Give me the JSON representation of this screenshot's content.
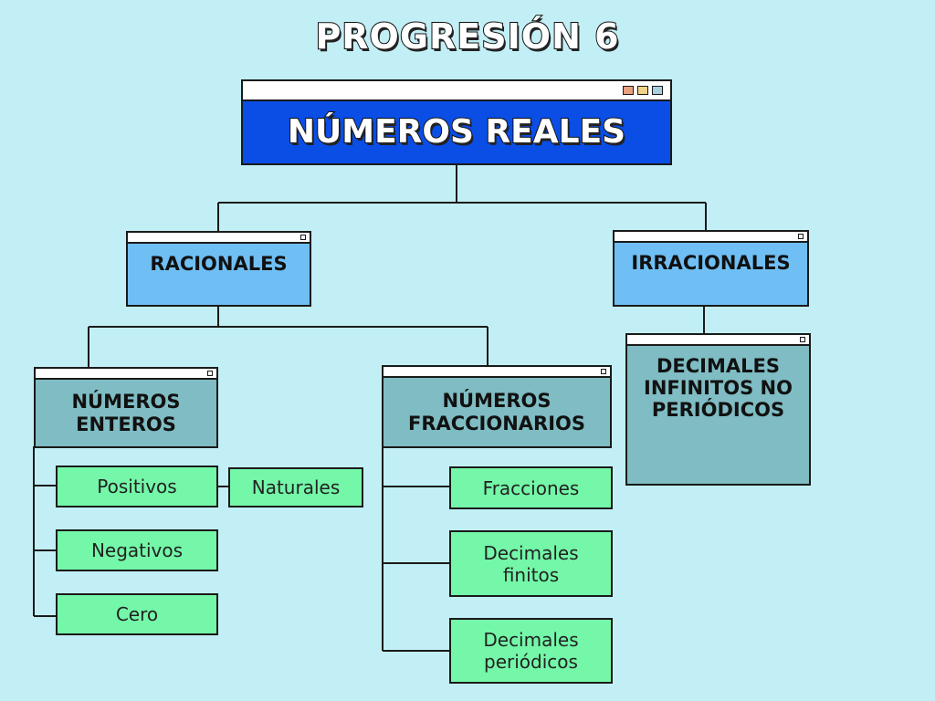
{
  "title": "PROGRESIÓN 6",
  "root": {
    "label": "NÚMEROS REALES",
    "colors": [
      "#e8a07e",
      "#f3d387",
      "#a9cfdc"
    ]
  },
  "racionales": {
    "label": "RACIONALES"
  },
  "irracionales": {
    "label": "IRRACIONALES"
  },
  "enteros": {
    "label": "NÚMEROS ENTEROS",
    "items": [
      "Positivos",
      "Negativos",
      "Cero"
    ],
    "sub": "Naturales"
  },
  "fraccionarios": {
    "label": "NÚMEROS FRACCIONARIOS",
    "items": [
      "Fracciones",
      "Decimales finitos",
      "Decimales periódicos"
    ]
  },
  "decimales_infinitos": {
    "label": "DECIMALES INFINITOS NO PERIÓDICOS"
  },
  "colors": {
    "background": "#c2eff5",
    "main": "#0a4ee6",
    "level2": "#6fbff4",
    "level3": "#7fbcc3",
    "leaf": "#74f7a8"
  }
}
